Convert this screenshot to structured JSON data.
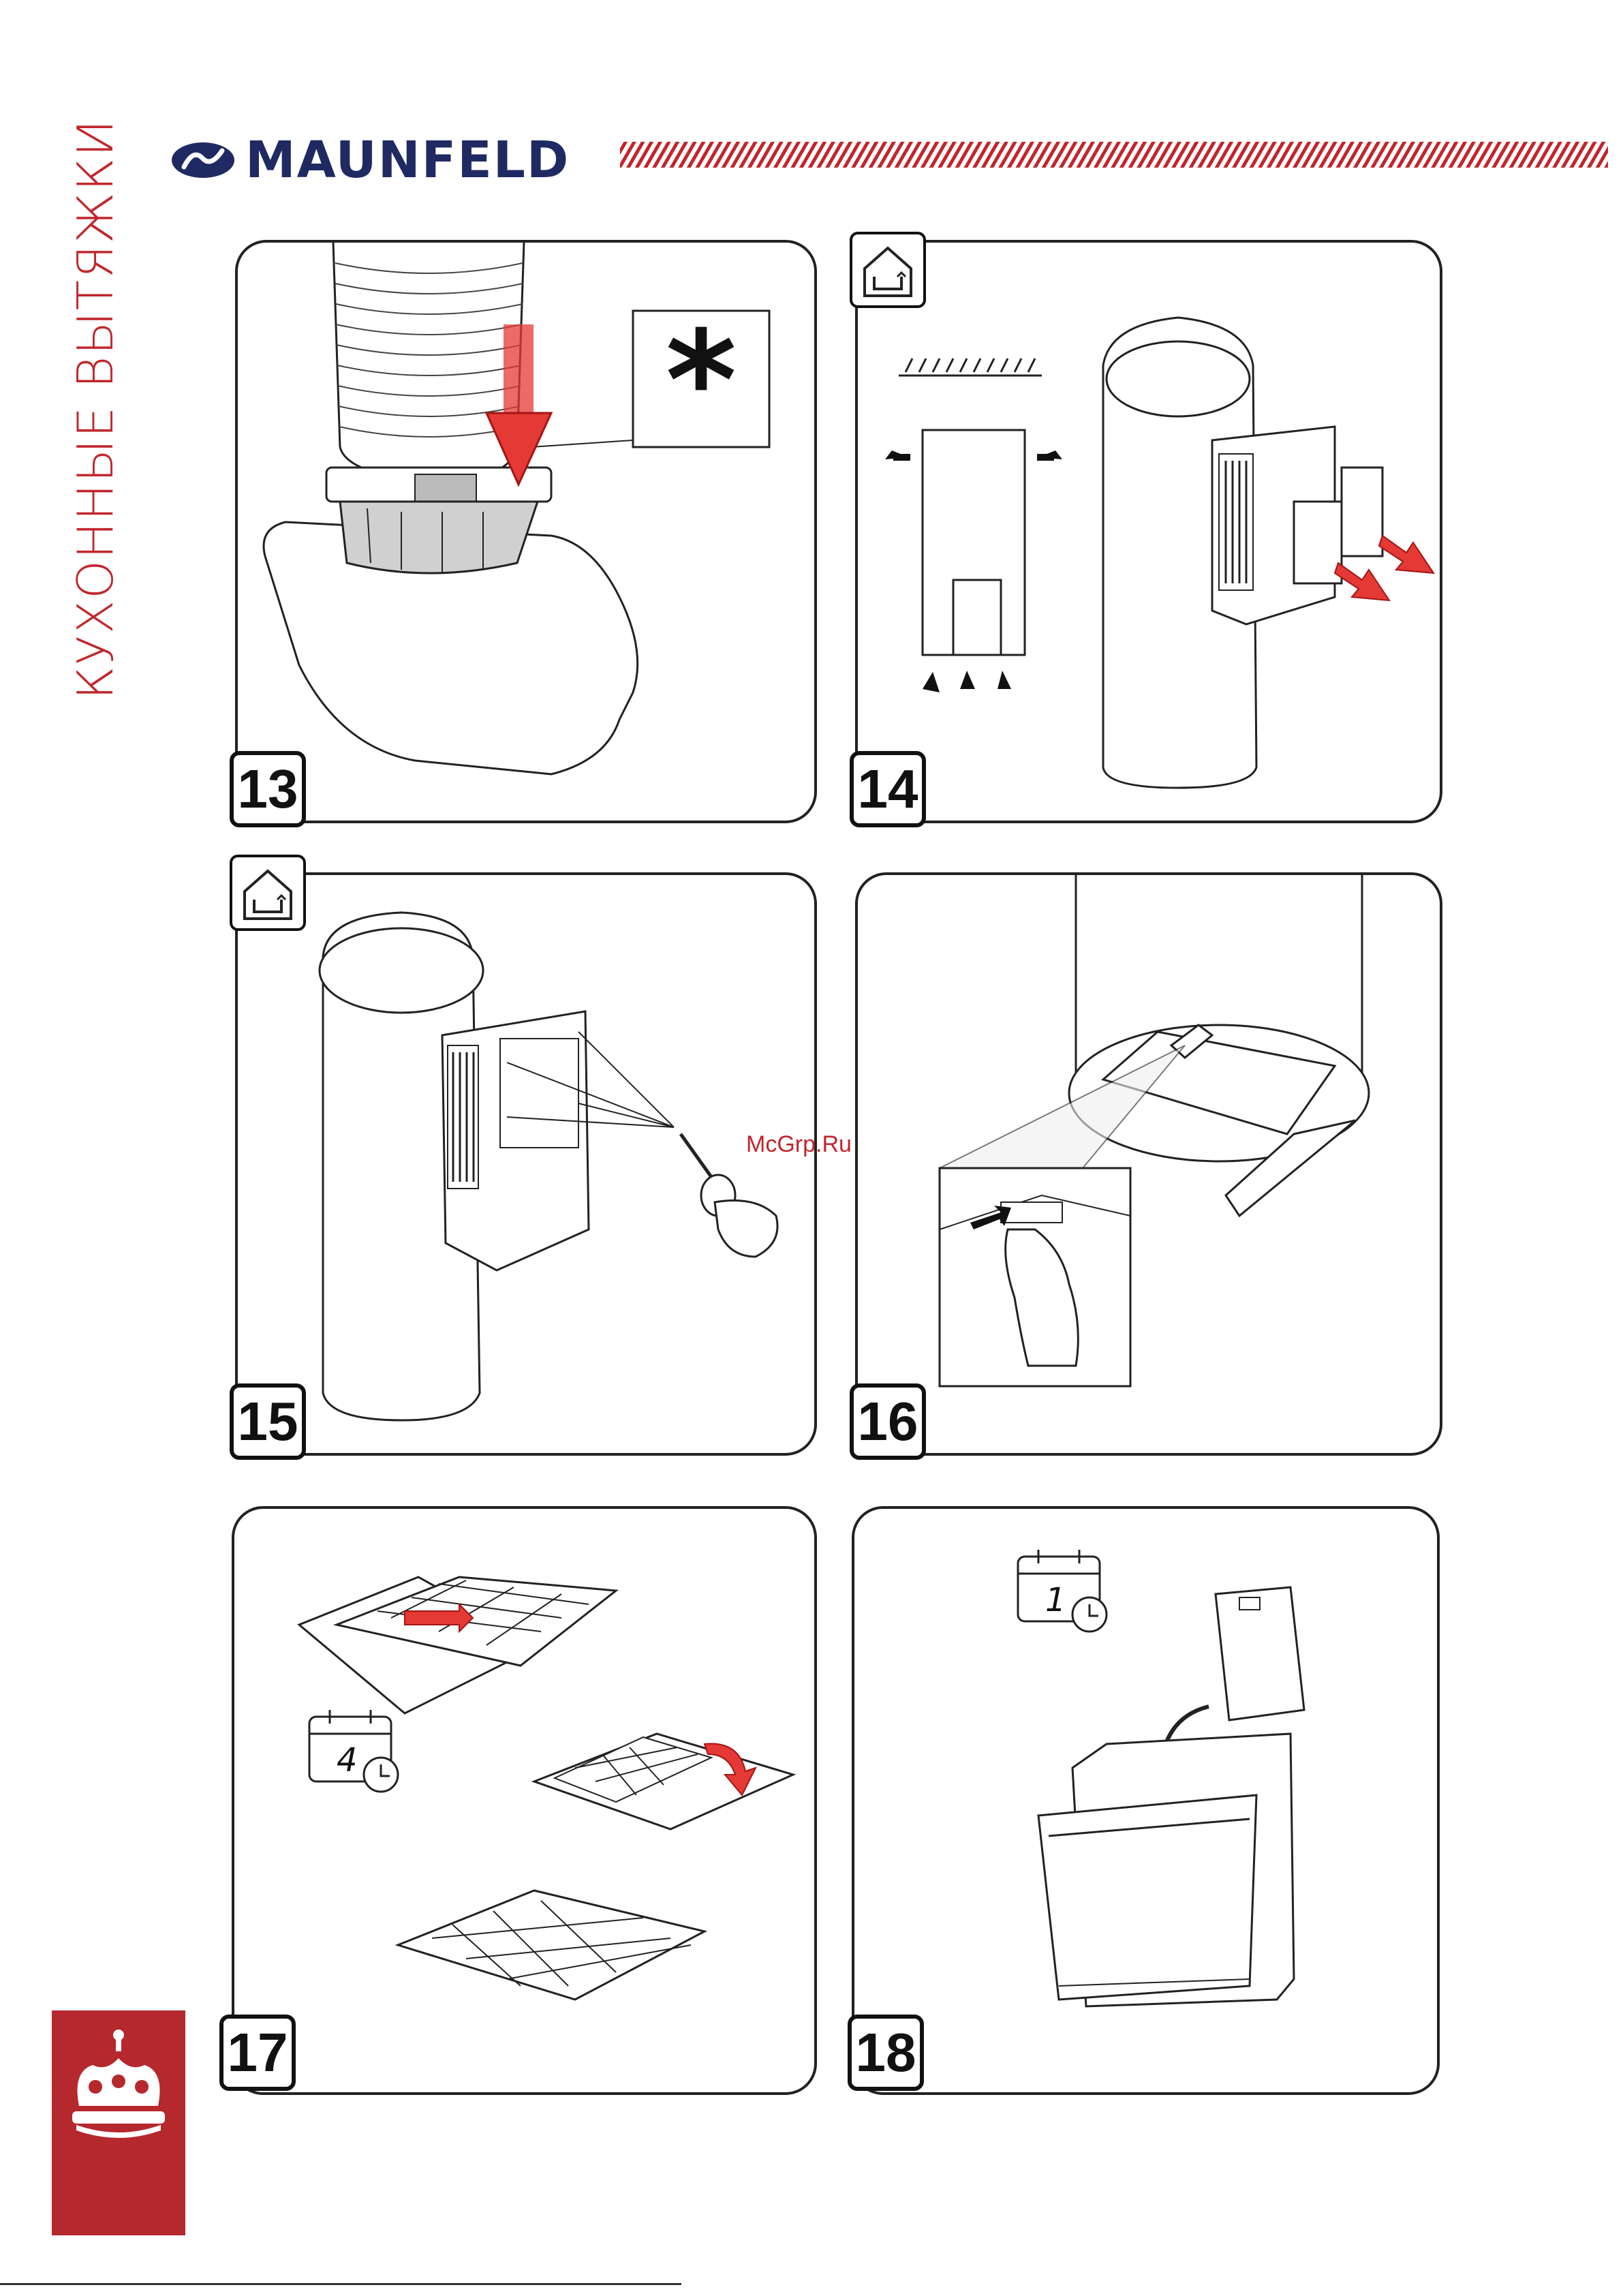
{
  "brand": {
    "name": "MAUNFELD"
  },
  "side_title": "КУХОННЫЕ ВЫТЯЖКИ",
  "watermark": "McGrp.Ru",
  "colors": {
    "brand_blue": "#1f2a63",
    "accent_red": "#c0272d",
    "crown_bg": "#b5282d"
  },
  "panels": [
    {
      "number": "13",
      "icons": [
        "asterisk-note-icon",
        "down-arrow-icon"
      ]
    },
    {
      "number": "14",
      "icons": [
        "house-recirculation-icon",
        "airflow-arrows-icon"
      ]
    },
    {
      "number": "15",
      "icons": [
        "house-recirculation-icon",
        "screwdriver-icon"
      ]
    },
    {
      "number": "16",
      "icons": [
        "filter-latch-icon",
        "hand-icon"
      ]
    },
    {
      "number": "17",
      "calendar_value": "4",
      "icons": [
        "calendar-clock-icon",
        "rotate-arrow-icon"
      ]
    },
    {
      "number": "18",
      "calendar_value": "1",
      "icons": [
        "calendar-clock-icon",
        "dishwasher-icon"
      ]
    }
  ]
}
